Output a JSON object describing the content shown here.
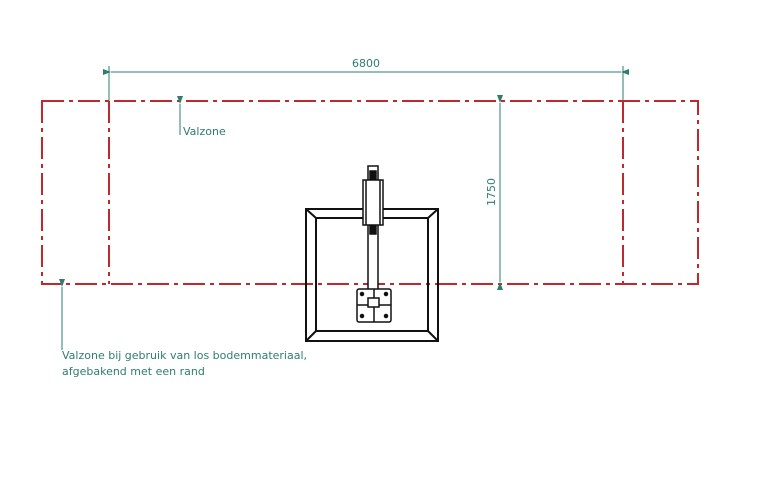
{
  "dimensions": {
    "width_label": "6800",
    "height_label": "1750"
  },
  "labels": {
    "valzone": "Valzone",
    "valzone_loose_line1": "Valzone bij gebruik van los bodemmateriaal,",
    "valzone_loose_line2": "afgebakend met een rand"
  },
  "colors": {
    "zone": "#c0282d",
    "dimension": "#2e7d6e",
    "object": "#111111"
  }
}
